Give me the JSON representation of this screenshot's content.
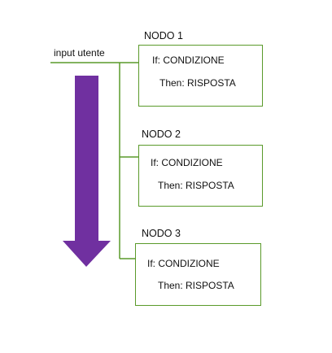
{
  "input_label": "input utente",
  "colors": {
    "connector": "#5a9a2a",
    "arrow": "#7030a0",
    "text": "#111111"
  },
  "nodes": [
    {
      "title": "NODO 1",
      "condition": "If: CONDIZIONE",
      "response": "Then: RISPOSTA"
    },
    {
      "title": "NODO 2",
      "condition": "If: CONDIZIONE",
      "response": "Then: RISPOSTA"
    },
    {
      "title": "NODO 3",
      "condition": "If: CONDIZIONE",
      "response": "Then: RISPOSTA"
    }
  ]
}
